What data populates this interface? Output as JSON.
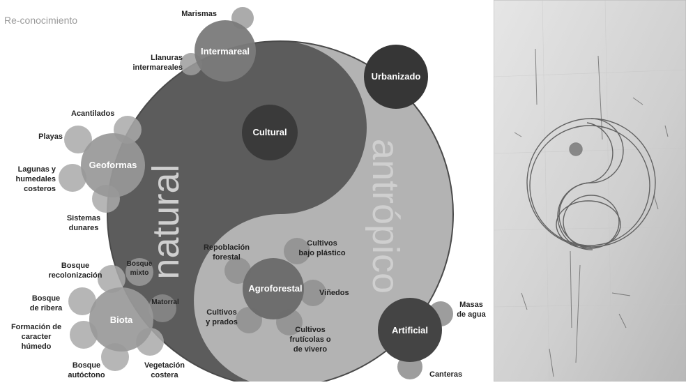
{
  "title": "Re-conocimiento",
  "halves": {
    "natural": "natural",
    "antropico": "antrópico"
  },
  "hubs": {
    "intermareal": "Intermareal",
    "urbanizado": "Urbanizado",
    "cultural": "Cultural",
    "geoformas": "Geoformas",
    "agroforestal": "Agroforestal",
    "biota": "Biota",
    "artificial": "Artificial"
  },
  "labels": {
    "marismas": [
      "Marismas"
    ],
    "llanuras": [
      "Llanuras",
      "intermareales"
    ],
    "acantilados": [
      "Acantilados"
    ],
    "playas": [
      "Playas"
    ],
    "lagunas": [
      "Lagunas y",
      "humedales",
      "costeros"
    ],
    "sistemas": [
      "Sistemas",
      "dunares"
    ],
    "repoblacion": [
      "Repoblación",
      "forestal"
    ],
    "cultivos_plastico": [
      "Cultivos",
      "bajo plástico"
    ],
    "vinedos": [
      "Viñedos"
    ],
    "cultivos_prados": [
      "Cultivos",
      "y prados"
    ],
    "cultivos_fruticolas": [
      "Cultivos",
      "frutícolas o",
      "de vivero"
    ],
    "bosque_recolonizacion": [
      "Bosque",
      "recolonización"
    ],
    "bosque_mixto": [
      "Bosque",
      "mixto"
    ],
    "bosque_ribera": [
      "Bosque",
      "de ribera"
    ],
    "matorral": [
      "Matorral"
    ],
    "formacion": [
      "Formación de",
      "caracter",
      "húmedo"
    ],
    "bosque_autoctono": [
      "Bosque",
      "autóctono"
    ],
    "vegetacion": [
      "Vegetación",
      "costera"
    ],
    "masas": [
      "Masas",
      "de agua"
    ],
    "canteras": [
      "Canteras"
    ]
  },
  "colors": {
    "natural_half": "#5e5e5e",
    "antropico_half": "#b0b0b0",
    "dark_hub": "#3a3a3a",
    "mid_hub": "#7a7a7a",
    "satellite": "#a9a9a9",
    "photo_bg": "#cfcfcf",
    "pencil": "#555555"
  }
}
